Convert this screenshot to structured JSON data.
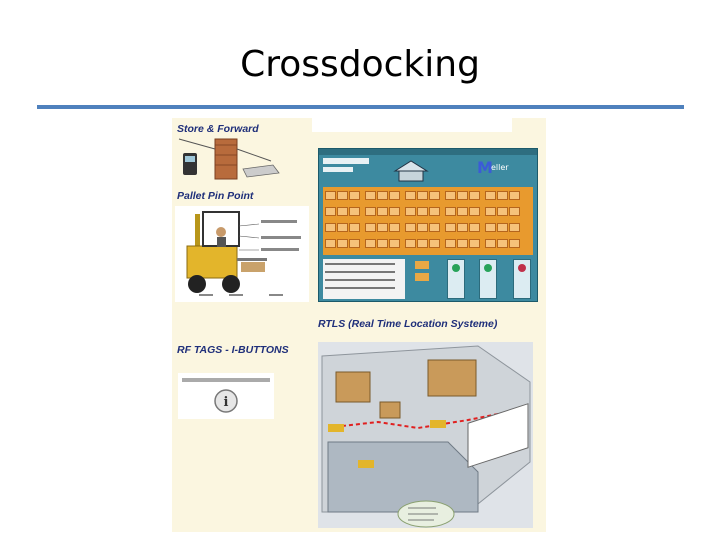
{
  "slide": {
    "title": "Crossdocking"
  },
  "collage": {
    "labels": {
      "store_forward": "Store & Forward",
      "pallet_pin_point": "Pallet Pin Point",
      "rf_tags": "RF TAGS - I-BUTTONS",
      "rtls": "RTLS (Real Time Location Systeme)"
    },
    "software": {
      "logo_letter": "M",
      "logo_text": "eller"
    },
    "colors": {
      "rule": "#4f81bd",
      "label": "#1f2f7a",
      "screen": "#3d8aa0",
      "slots": "#e89a2e",
      "background": "#fbf6e0"
    }
  }
}
